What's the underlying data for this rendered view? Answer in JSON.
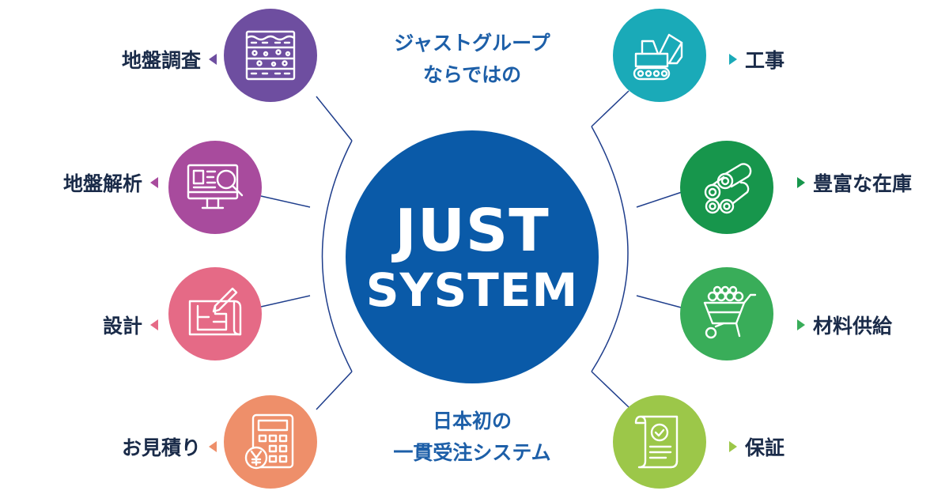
{
  "center": {
    "line1": "JUST",
    "line2": "SYSTEM",
    "color": "#0a5aa8"
  },
  "top_caption": {
    "line1": "ジャストグループ",
    "line2": "ならではの"
  },
  "bottom_caption": {
    "line1": "日本初の",
    "line2": "一貫受注システム"
  },
  "left_items": [
    {
      "label": "地盤調査",
      "color": "#6e4ea0",
      "icon": "soil-layers-icon"
    },
    {
      "label": "地盤解析",
      "color": "#a84b9d",
      "icon": "computer-magnifier-icon"
    },
    {
      "label": "設計",
      "color": "#e56a86",
      "icon": "blueprint-pencil-icon"
    },
    {
      "label": "お見積り",
      "color": "#ee8f6a",
      "icon": "calculator-yen-icon"
    }
  ],
  "right_items": [
    {
      "label": "工事",
      "color": "#1aaab8",
      "icon": "excavator-icon"
    },
    {
      "label": "豊富な在庫",
      "color": "#17964c",
      "icon": "pipe-stock-icon"
    },
    {
      "label": "材料供給",
      "color": "#39ad59",
      "icon": "wheelbarrow-icon"
    },
    {
      "label": "保証",
      "color": "#9cc749",
      "icon": "certificate-scroll-icon"
    }
  ]
}
